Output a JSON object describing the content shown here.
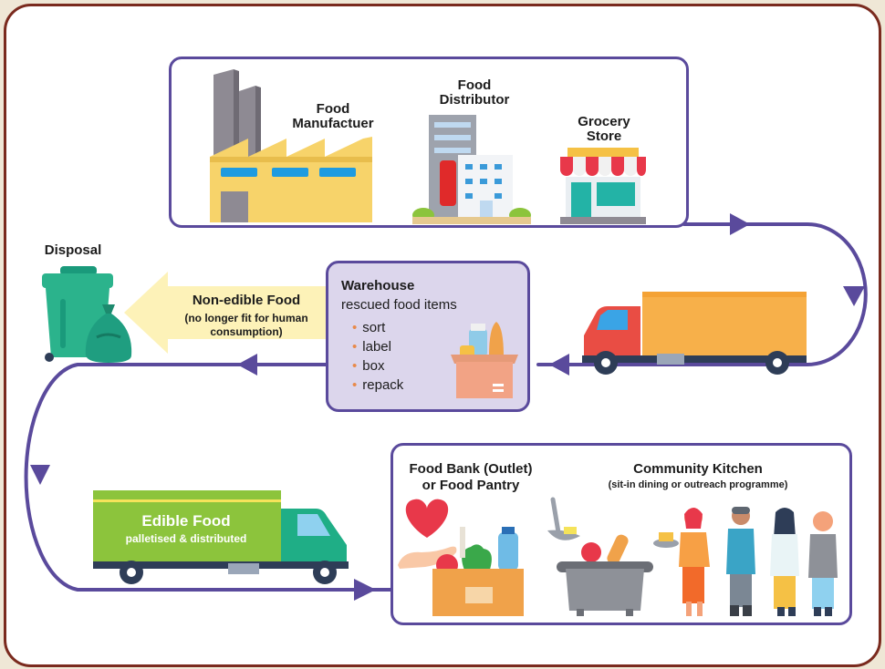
{
  "supply": {
    "manufacturer": [
      "Food",
      "Manufactuer"
    ],
    "distributor": [
      "Food",
      "Distributor"
    ],
    "grocery": [
      "Grocery",
      "Store"
    ]
  },
  "disposal": {
    "title": "Disposal"
  },
  "non_edible": {
    "title": "Non-edible Food",
    "subtitle": [
      "(no longer fit for human",
      "consumption)"
    ]
  },
  "warehouse": {
    "title": "Warehouse",
    "subtitle": "rescued food items",
    "steps": [
      "sort",
      "label",
      "box",
      "repack"
    ]
  },
  "edible": {
    "title": "Edible Food",
    "subtitle": "palletised & distributed"
  },
  "food_bank": {
    "title": [
      "Food Bank (Outlet)",
      "or Food Pantry"
    ]
  },
  "community_kitchen": {
    "title": "Community Kitchen",
    "subtitle": "(sit-in dining or outreach programme)"
  },
  "colors": {
    "frame": "#7a2a1e",
    "flow": "#5a4a9c",
    "warehouse_fill": "#dcd6ec",
    "edible_green": "#8cc43c"
  },
  "icons": [
    "factory-icon",
    "distributor-building-icon",
    "grocery-store-icon",
    "delivery-truck-icon",
    "compost-bin-icon",
    "garbage-bag-icon",
    "food-box-icon",
    "green-truck-icon",
    "heart-hand-icon",
    "donation-box-icon",
    "cooking-pot-icon",
    "ladle-icon",
    "queue-people-icon"
  ]
}
